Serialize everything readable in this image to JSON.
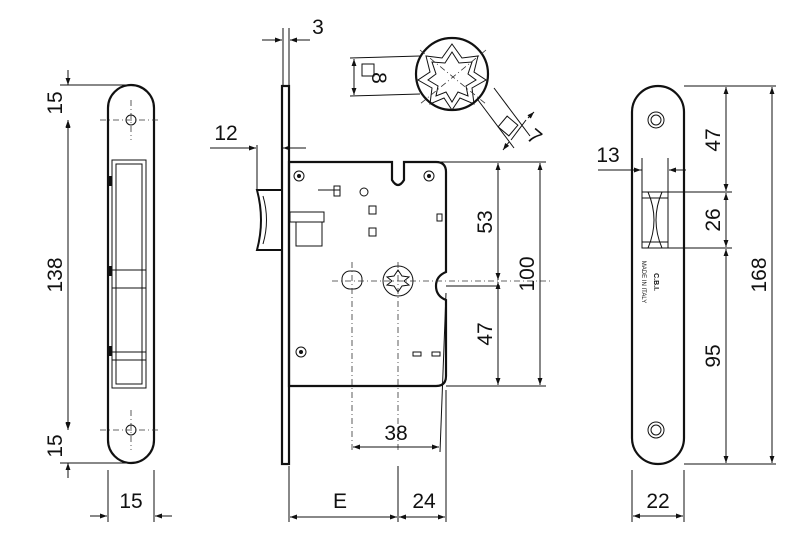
{
  "dimensions": {
    "faceplate_left_top_hole": "15",
    "faceplate_left_hole_spacing": "138",
    "faceplate_left_bottom_hole": "15",
    "faceplate_left_width": "15",
    "plate_thickness": "3",
    "latch_projection": "12",
    "handle_to_top": "53",
    "handle_to_keyhole": "47",
    "lock_height": "100",
    "handle_to_key": "38",
    "backset": "E",
    "case_depth": "24",
    "spindle_size": "8",
    "spindle_square": "7",
    "faceplate_right_top": "47",
    "faceplate_right_latch": "13",
    "faceplate_right_latch_height": "26",
    "faceplate_right_lower": "95",
    "faceplate_right_total": "168",
    "faceplate_right_width": "22"
  },
  "faceplate_marking": [
    "MADE IN ITALY",
    "C.B.I."
  ]
}
